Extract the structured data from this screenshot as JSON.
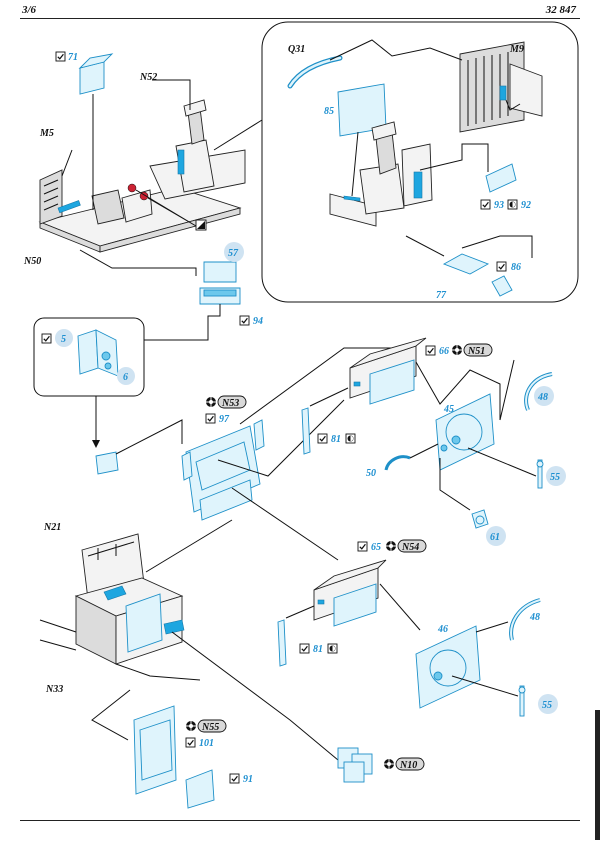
{
  "header": {
    "page": "3/6",
    "code": "32 847"
  },
  "labels": {
    "q31": "Q31",
    "m9": "M9",
    "n52": "N52",
    "m5": "M5",
    "n50": "N50",
    "n21": "N21",
    "n33": "N33",
    "p71": "71",
    "p85": "85",
    "p93": "93",
    "p92": "92",
    "p86": "86",
    "p77": "77",
    "p57": "57",
    "p94": "94",
    "p5": "5",
    "p6": "6",
    "p66": "66",
    "p48a": "48",
    "p45": "45",
    "p81a": "81",
    "p97": "97",
    "p50": "50",
    "p55a": "55",
    "p61": "61",
    "p65": "65",
    "p46": "46",
    "p48b": "48",
    "p81b": "81",
    "p55b": "55",
    "p101": "101",
    "p91": "91",
    "n51": "N51",
    "n53": "N53",
    "n54": "N54",
    "n55": "N55",
    "n10": "N10"
  },
  "symbols": {
    "check": "check-mark-icon",
    "paint": "paint-mark-icon",
    "bend": "bend-mark-icon",
    "cut": "cut-mark-icon"
  }
}
